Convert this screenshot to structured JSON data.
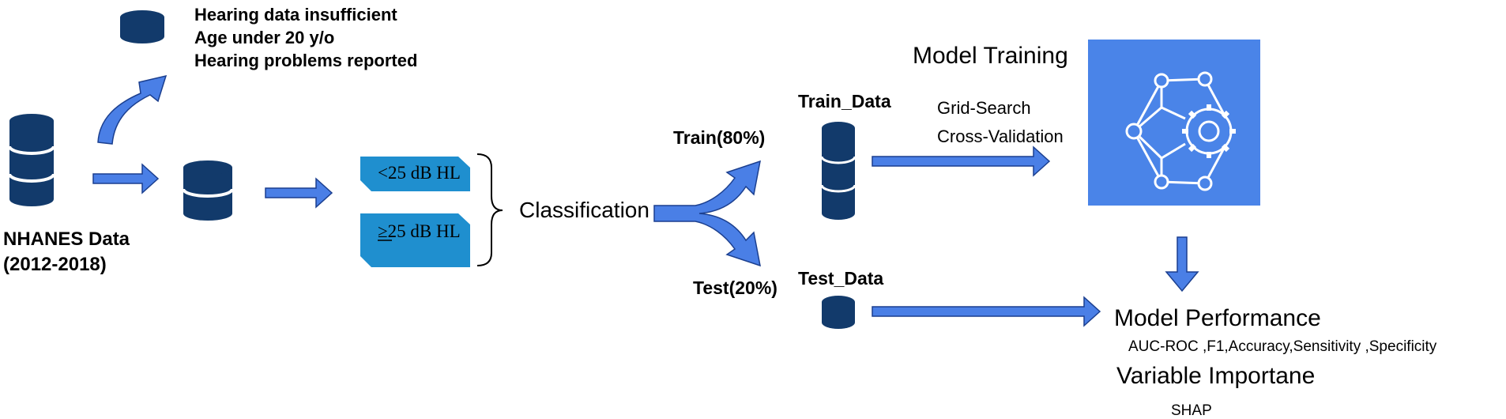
{
  "exclusion": {
    "criteria": [
      "Hearing data insufficient",
      "Age under 20 y/o",
      "Hearing problems reported"
    ]
  },
  "source": {
    "name": "NHANES Data",
    "years": "(2012-2018)"
  },
  "classes": {
    "normal": "<25 dB HL",
    "impaired": "≥25 dB HL"
  },
  "classification_label": "Classification",
  "split": {
    "train": "Train(80%)",
    "test": "Test(20%)"
  },
  "datasets": {
    "train": "Train_Data",
    "test": "Test_Data"
  },
  "training": {
    "title": "Model Training",
    "methods": [
      "Grid-Search",
      "Cross-Validation"
    ]
  },
  "performance": {
    "title": "Model Performance",
    "metrics": "AUC-ROC ,F1,Accuracy,Sensitivity ,Specificity"
  },
  "importance": {
    "title": "Variable Importane",
    "method": "SHAP"
  },
  "icons": {
    "database": "database-icon",
    "model": "neural-network-gear-icon"
  },
  "colors": {
    "database": "#123a6b",
    "arrow": "#4a7fe6",
    "arrow_stroke": "#1b3f8f",
    "class_box": "#1f8fcf",
    "model_box": "#4a84e8"
  }
}
